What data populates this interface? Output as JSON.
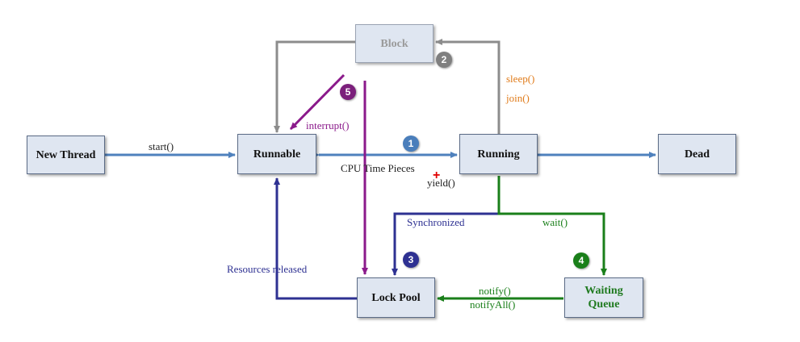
{
  "states": {
    "new_thread": "New Thread",
    "runnable": "Runnable",
    "running": "Running",
    "dead": "Dead",
    "block": "Block",
    "lock_pool": "Lock Pool",
    "waiting_queue_line1": "Waiting",
    "waiting_queue_line2": "Queue"
  },
  "transitions": {
    "start": "start()",
    "cpu_time_pieces": "CPU Time Pieces",
    "yield": "yield()",
    "sleep": "sleep()",
    "join": "join()",
    "interrupt": "interrupt()",
    "synchronized": "Synchronized",
    "wait": "wait()",
    "notify": "notify()",
    "notify_all": "notifyAll()",
    "resources_released": "Resources released"
  },
  "badges": {
    "b1": "1",
    "b2": "2",
    "b3": "3",
    "b4": "4",
    "b5": "5"
  },
  "colors": {
    "blue_arrow": "#4f81bd",
    "gray_arrow": "#8c8c8c",
    "purple_arrow": "#8b1a8b",
    "navy_arrow": "#2e3192",
    "green_arrow": "#1a7f1a",
    "orange_text": "#e07b1a",
    "badge_blue": "#4a7ebb",
    "badge_gray": "#7f7f7f",
    "badge_purple": "#7b1f7b",
    "badge_navy": "#2e3192",
    "badge_green": "#1a7f1a",
    "cursor_red": "#e00000"
  }
}
